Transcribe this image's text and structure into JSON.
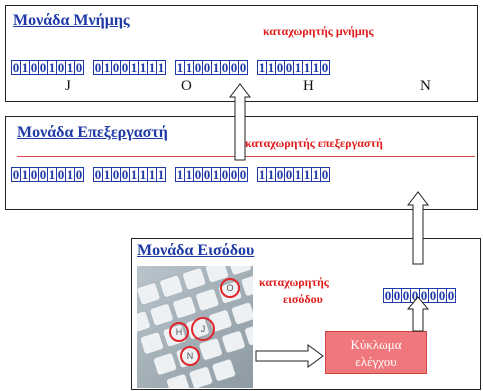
{
  "memory": {
    "title": "Μονάδα Μνήμης",
    "register_label": "καταχωρητής μνήμης",
    "bytes": [
      "01001010",
      "01001111",
      "11001000",
      "11001110"
    ],
    "letters": [
      "J",
      "O",
      "H",
      "N"
    ]
  },
  "processor": {
    "title": "Μονάδα Επεξεργαστή",
    "register_label": "καταχωρητής επεξεργαστή",
    "bytes": [
      "01001010",
      "01001111",
      "11001000",
      "11001110"
    ]
  },
  "input": {
    "title": "Μονάδα Εισόδου",
    "register_label_line1": "καταχωρητής",
    "register_label_line2": "εισόδου",
    "byte": "00000000"
  },
  "control_circuit": {
    "line1": "Κύκλωμα",
    "line2": "ελέγχου"
  },
  "keyboard": {
    "keys": [
      "J",
      "O",
      "H",
      "N"
    ]
  },
  "colors": {
    "title_blue": "#1f3aa6",
    "label_red": "#e01b1b",
    "circuit_fill": "#f0787c"
  }
}
